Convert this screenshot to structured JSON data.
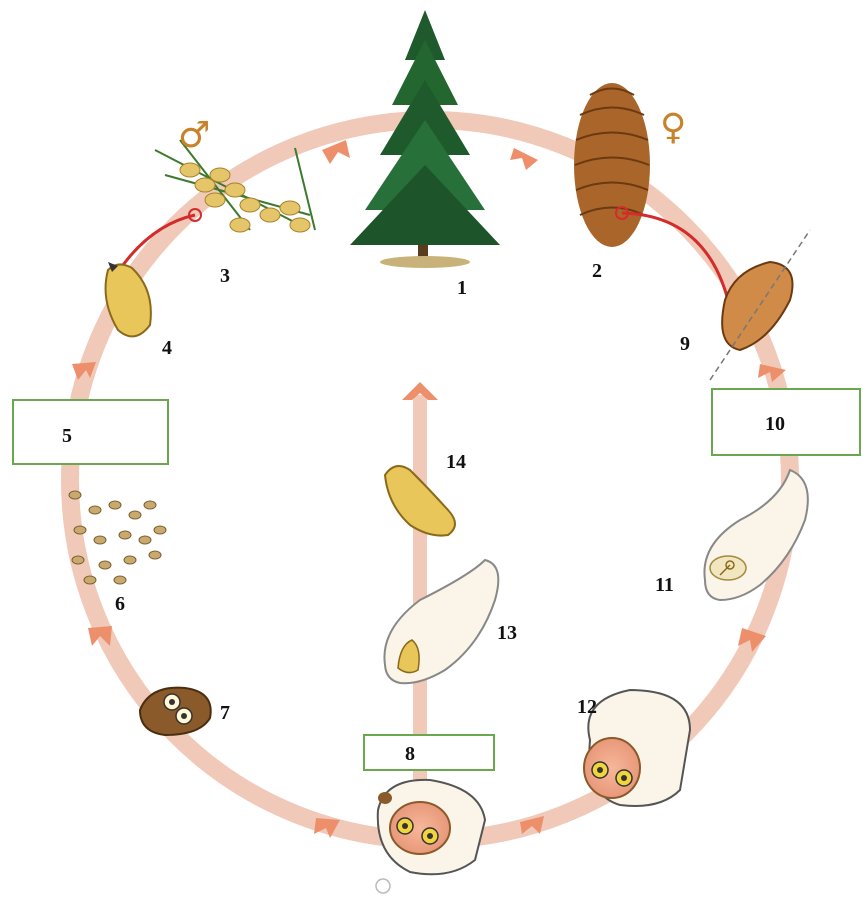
{
  "diagram": {
    "symbols": {
      "male": "♂",
      "female": "♀"
    },
    "labels": {
      "n1": "1",
      "n2": "2",
      "n3": "3",
      "n4": "4",
      "n5": "5",
      "n6": "6",
      "n7": "7",
      "n8": "8",
      "n9": "9",
      "n10": "10",
      "n11": "11",
      "n12": "12",
      "n13": "13",
      "n14": "14"
    },
    "colors": {
      "cycle_ring": "#f0c9b8",
      "arrow": "#ee8f6c",
      "box_border": "#6aa84f",
      "connector": "#d42b2b",
      "symbol": "#c9822a"
    }
  }
}
